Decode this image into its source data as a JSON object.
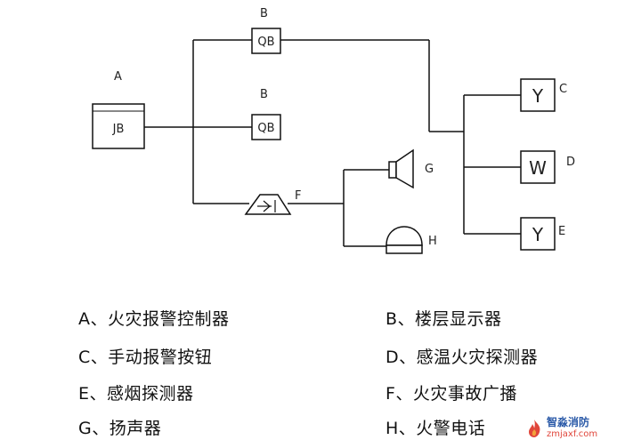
{
  "diagram": {
    "labels": {
      "a": "A",
      "b_top": "B",
      "b_mid": "B",
      "c": "C",
      "d": "D",
      "e": "E",
      "f": "F",
      "g": "G",
      "h": "H"
    },
    "boxes": {
      "controller": "JB",
      "display_top": "QB",
      "display_mid": "QB",
      "button_top": "Y",
      "detector": "W",
      "button_bottom": "Y"
    }
  },
  "legend": [
    "A、火灾报警控制器",
    "B、楼层显示器",
    "C、手动报警按钮",
    "D、感温火灾探测器",
    "E、感烟探测器",
    "F、火灾事故广播",
    "G、扬声器",
    "H、火警电话"
  ],
  "watermark": {
    "name": "智淼消防",
    "url": "zmjaxf.com"
  }
}
